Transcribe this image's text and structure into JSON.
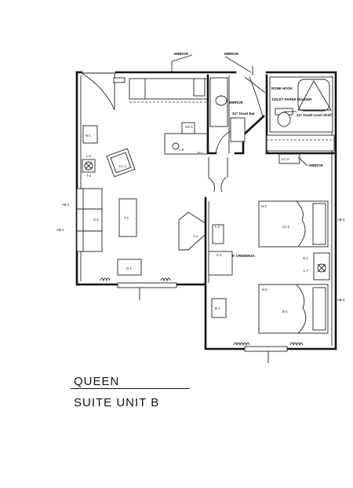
{
  "title": {
    "line1": "QUEEN",
    "line2": "SUITE UNIT B"
  },
  "notes": {
    "mirror_top": "MIRROR",
    "mirror_top2": "MIRROR",
    "mirror_bath": "MIRROR",
    "mirror_vanity": "MIRROR",
    "robe_hook": "ROBE HOOK",
    "toilet_paper": "TOILET PAPER HOLDER",
    "towel_shelf": "24\" Towel Level Shelf",
    "towel_bar": "24\" Towel Bar",
    "credenza": "5' CREDENZA"
  },
  "labels": {
    "b1": "B-1",
    "l4": "L-4",
    "t2": "T-2",
    "lc1": "LC-1",
    "s2": "S-2",
    "t1": "T-1",
    "g1": "G-1",
    "l6": "L-6",
    "b1b": "B-1",
    "ab2": "AB-2",
    "ab1": "AB-1",
    "n2a": "N-2",
    "a1": "A-1",
    "l4b": "L-4",
    "c1": "C-1",
    "n1": "N-1",
    "l7": "L-7",
    "b1c": "B-1",
    "n2b": "N-2",
    "b4": "B-4",
    "ab3": "AB-3",
    "ab4": "AB-4",
    "lc3": "LC-3",
    "lc2": "LC-2",
    "gc": "GC-1"
  }
}
